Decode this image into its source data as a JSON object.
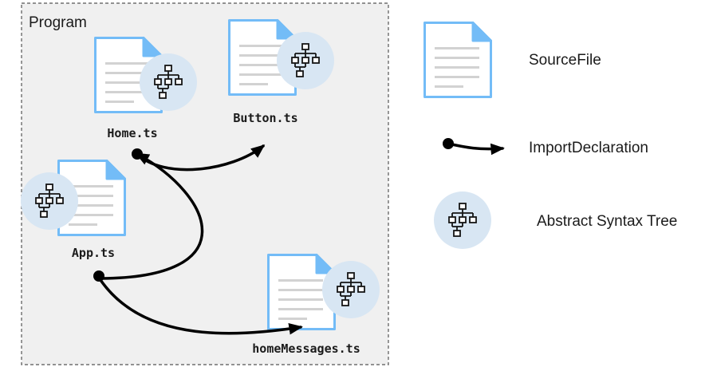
{
  "program": {
    "label": "Program"
  },
  "files": [
    {
      "name": "Home.ts"
    },
    {
      "name": "Button.ts"
    },
    {
      "name": "App.ts"
    },
    {
      "name": "homeMessages.ts"
    }
  ],
  "legend": {
    "source_file": "SourceFile",
    "import_declaration": "ImportDeclaration",
    "ast": "Abstract Syntax Tree"
  },
  "colors": {
    "doc_border": "#73bcf7",
    "doc_fold": "#73bcf7",
    "doc_lines": "#d2d2d2",
    "ast_circle": "#d8e6f3",
    "ast_glyph": "#151515",
    "arrow": "#000000",
    "frame": "#555555"
  }
}
